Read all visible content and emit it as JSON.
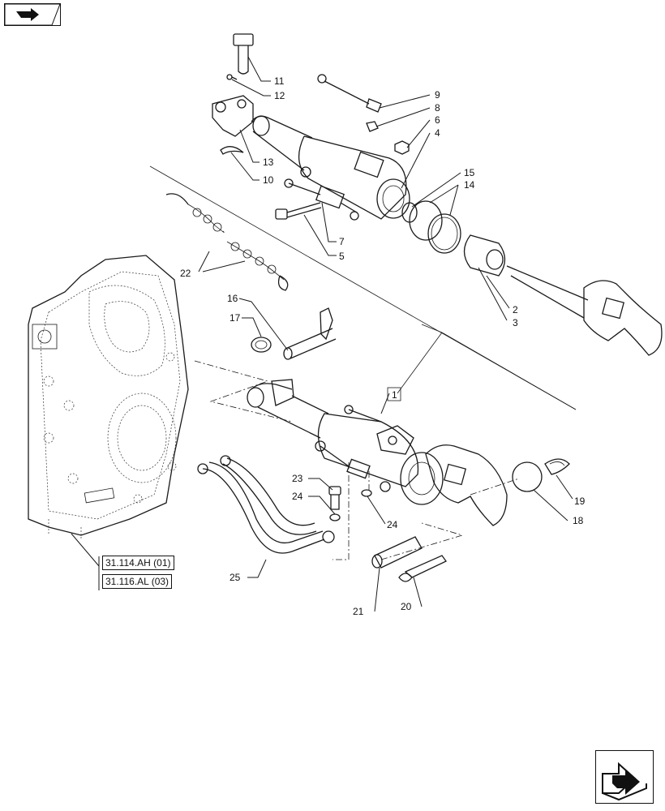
{
  "part_numbers": [
    "1",
    "2",
    "3",
    "4",
    "5",
    "6",
    "7",
    "8",
    "9",
    "10",
    "11",
    "12",
    "13",
    "14",
    "15",
    "16",
    "17",
    "18",
    "19",
    "20",
    "21",
    "22",
    "23",
    "24",
    "24",
    "25"
  ],
  "references": [
    "31.114.AH (01)",
    "31.116.AL (03)"
  ],
  "icons": {
    "top_left": "next-page-arrow-icon",
    "bottom_right": "previous-page-arrow-icon"
  }
}
